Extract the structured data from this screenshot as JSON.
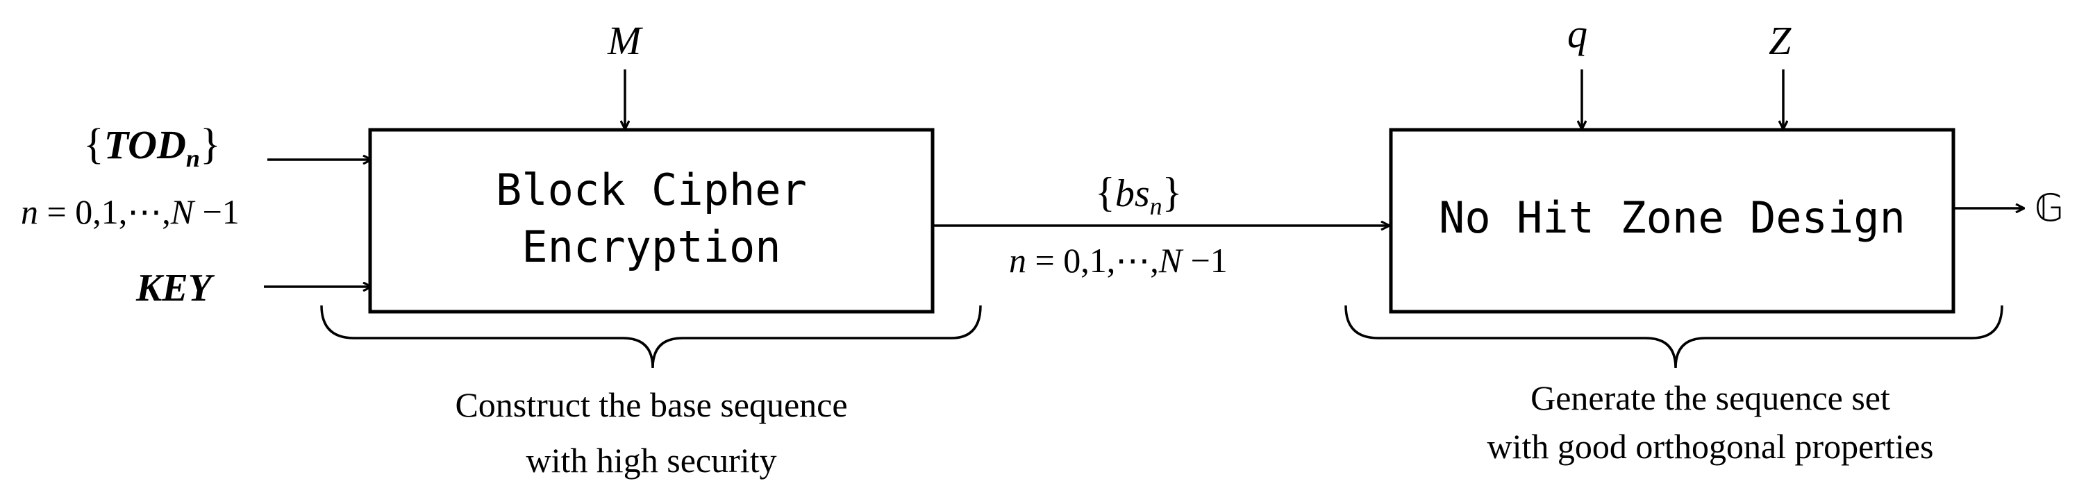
{
  "inputs": {
    "tod_label": "{TOD",
    "tod_subscript": "n",
    "tod_close": "}",
    "index_range_prefix": "n",
    "index_range_mid": " = 0,1,⋯,",
    "index_range_N": "N",
    "index_range_tail": " −1",
    "key_label": "KEY",
    "m_label": "M"
  },
  "block_cipher": {
    "line1": "Block Cipher",
    "line2": "Encryption"
  },
  "base_sequence": {
    "label_open": "{",
    "label_var": "bs",
    "label_subscript": "n",
    "label_close": "}",
    "range_prefix": "n",
    "range_mid": " = 0,1,⋯,",
    "range_N": "N",
    "range_tail": " −1"
  },
  "nhz_design": {
    "title": "No Hit Zone Design",
    "q_label": "q",
    "z_label": "Z",
    "output_label": "𝔾"
  },
  "captions": {
    "left_line1": "Construct the base sequence",
    "left_line2": "with high security",
    "right_line1": "Generate the sequence set",
    "right_line2": "with good orthogonal properties"
  }
}
